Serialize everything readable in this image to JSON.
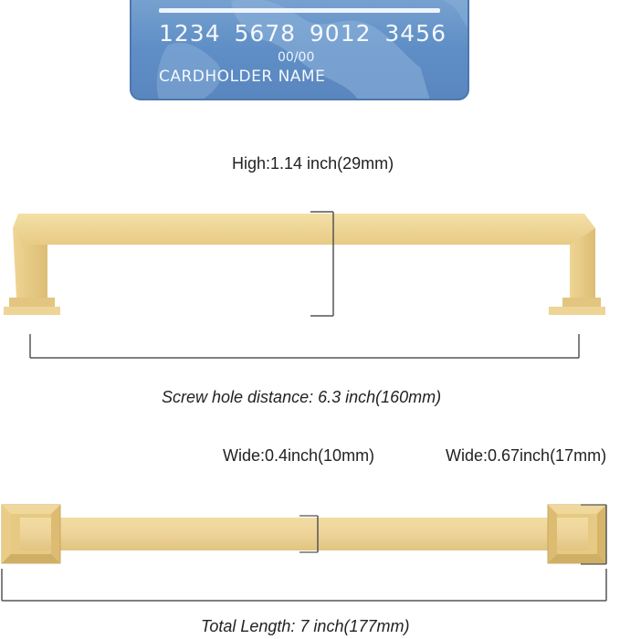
{
  "card": {
    "number_groups": [
      "1234",
      "5678",
      "9012",
      "3456"
    ],
    "expiry": "00/00",
    "holder": "CARDHOLDER NAME"
  },
  "dimensions": {
    "high": "High:1.14 inch(29mm)",
    "screw_hole": "Screw hole distance: 6.3 inch(160mm)",
    "wide_bar": "Wide:0.4inch(10mm)",
    "wide_base": "Wide:0.67inch(17mm)",
    "total_length": "Total Length:  7 inch(177mm)"
  },
  "colors": {
    "gold_light": "#f2dca0",
    "gold_mid": "#e6c983",
    "gold_dark": "#c9a95f",
    "card_blue": "#6a97cb"
  }
}
